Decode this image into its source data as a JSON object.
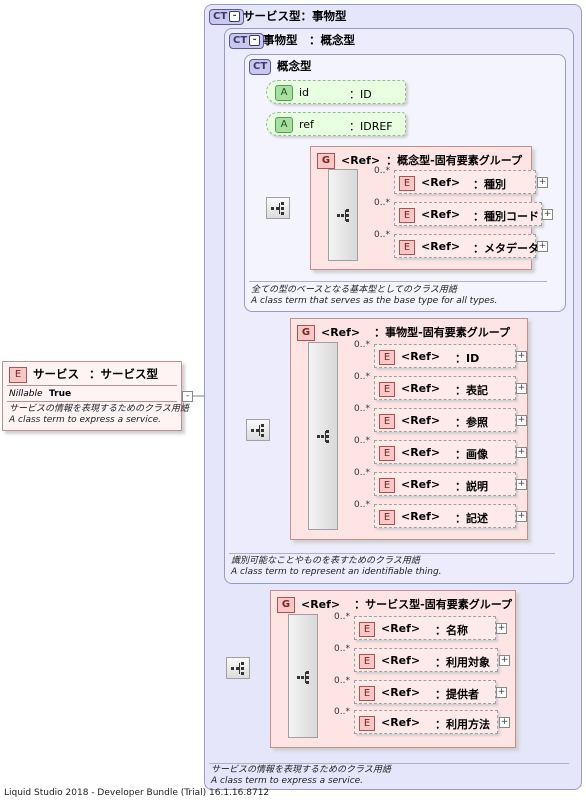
{
  "badges": {
    "ct": "CT",
    "attribute": "A",
    "group": "G",
    "element": "E"
  },
  "root": {
    "name": "サービス",
    "type_sep": "：",
    "type": "サービス型",
    "nillable_label": "Nillable",
    "nillable_value": "True",
    "desc_ja": "サービスの情報を表現するためのクラス用語",
    "desc_en": "A class term to express a service."
  },
  "ct_service": {
    "title": "サービス型：事物型",
    "desc_ja": "サービスの情報を表現するためのクラス用語",
    "desc_en": "A class term to express a service."
  },
  "ct_thing": {
    "title": "事物型　：概念型",
    "desc_ja": "識別可能なことやものを表すためのクラス用語",
    "desc_en": "A class term to represent an identifiable thing."
  },
  "ct_concept": {
    "title": "概念型",
    "desc_ja": "全ての型のベースとなる基本型としてのクラス用語",
    "desc_en": "A class term that serves as the base type for all types.",
    "attributes": [
      {
        "name": "id",
        "type": "：ID"
      },
      {
        "name": "ref",
        "type": "：IDREF"
      }
    ]
  },
  "groups": {
    "concept_group": {
      "ref": "<Ref>",
      "name": "：概念型-固有要素グループ",
      "elements": [
        {
          "card": "0..*",
          "ref": "<Ref>",
          "name": "：種別"
        },
        {
          "card": "0..*",
          "ref": "<Ref>",
          "name": "：種別コード"
        },
        {
          "card": "0..*",
          "ref": "<Ref>",
          "name": "：メタデータ"
        }
      ]
    },
    "thing_group": {
      "ref": "<Ref>",
      "name": "：事物型-固有要素グループ",
      "elements": [
        {
          "card": "0..*",
          "ref": "<Ref>",
          "name": "：ID"
        },
        {
          "card": "0..*",
          "ref": "<Ref>",
          "name": "：表記"
        },
        {
          "card": "0..*",
          "ref": "<Ref>",
          "name": "：参照"
        },
        {
          "card": "0..*",
          "ref": "<Ref>",
          "name": "：画像"
        },
        {
          "card": "0..*",
          "ref": "<Ref>",
          "name": "：説明"
        },
        {
          "card": "0..*",
          "ref": "<Ref>",
          "name": "：記述"
        }
      ]
    },
    "service_group": {
      "ref": "<Ref>",
      "name": "：サービス型-固有要素グループ",
      "elements": [
        {
          "card": "0..*",
          "ref": "<Ref>",
          "name": "：名称"
        },
        {
          "card": "0..*",
          "ref": "<Ref>",
          "name": "：利用対象"
        },
        {
          "card": "0..*",
          "ref": "<Ref>",
          "name": "：提供者"
        },
        {
          "card": "0..*",
          "ref": "<Ref>",
          "name": "：利用方法"
        }
      ]
    }
  },
  "footer": "Liquid Studio 2018 - Developer Bundle (Trial) 16.1.16.8712"
}
